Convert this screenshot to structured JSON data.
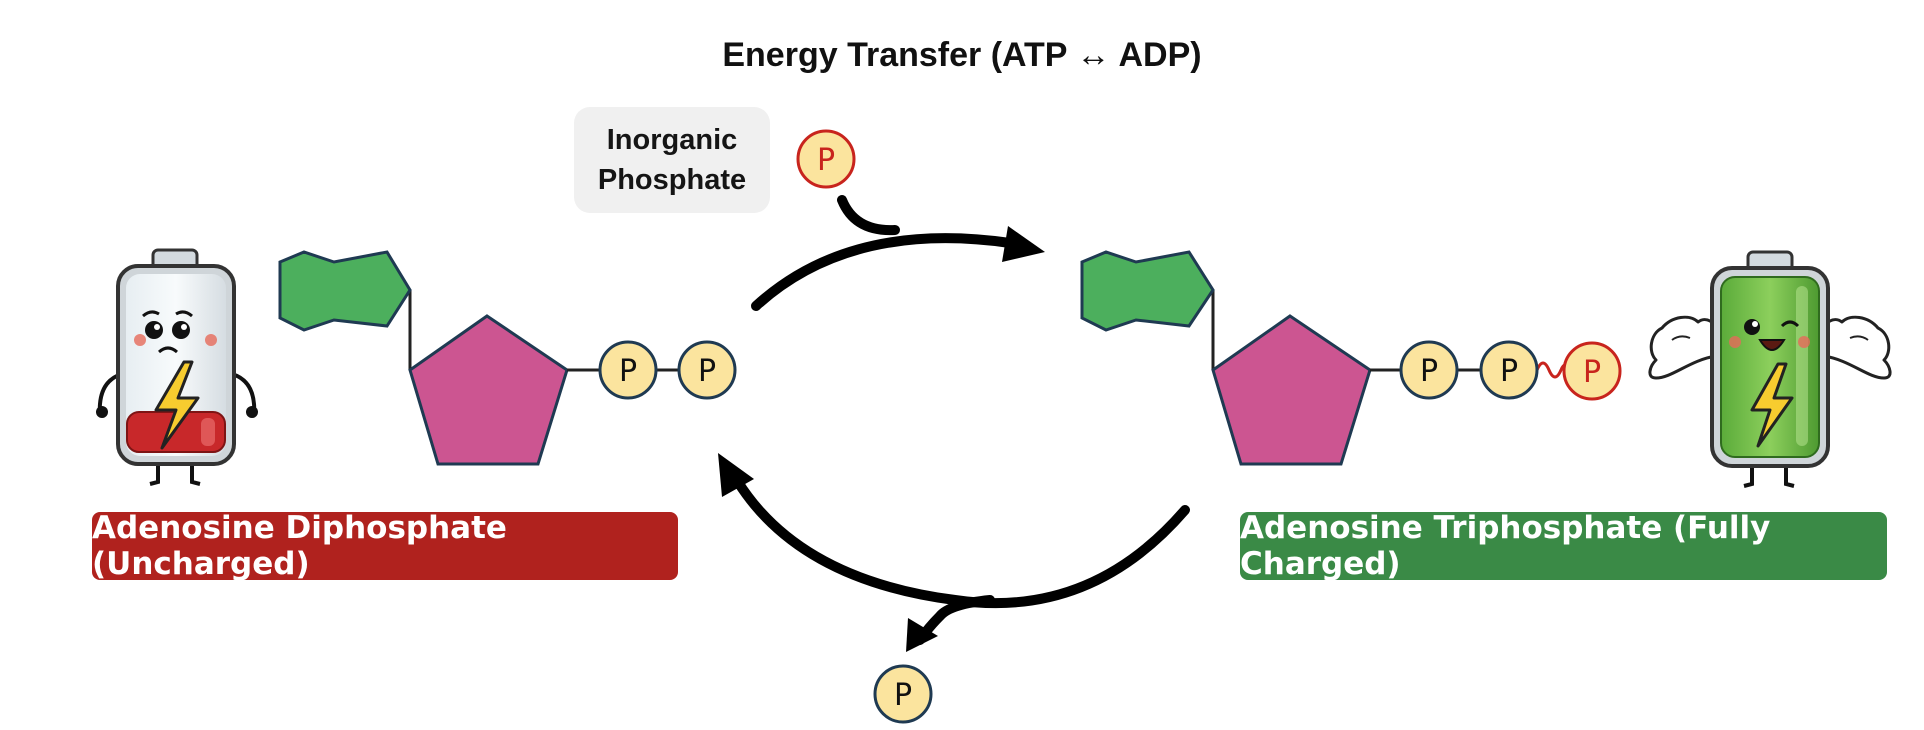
{
  "title": "Energy Transfer (ATP ↔ ADP)",
  "inorganic_box": {
    "line1": "Inorganic",
    "line2": "Phosphate"
  },
  "phosphate_symbol": "P",
  "adp": {
    "label": "Adenosine Diphosphate (Uncharged)",
    "phosphate_count": 2,
    "charge_level": 0.2
  },
  "atp": {
    "label": "Adenosine Triphosphate (Fully Charged)",
    "phosphate_count": 3,
    "charge_level": 1.0
  },
  "colors": {
    "adenine": "#4caf5d",
    "ribose": "#cc5591",
    "phosphate_fill": "#fbe49e",
    "high_energy_phosphate": "#c8241d",
    "adp_label": "#b0221e",
    "atp_label": "#3a8a46",
    "empty_battery": "#c8282a",
    "full_battery": "#6fbf45",
    "arrow": "#000000"
  },
  "icons": {
    "bolt": "lightning-bolt-icon",
    "sad_face": "sad-face-icon",
    "happy_face": "happy-face-icon"
  }
}
